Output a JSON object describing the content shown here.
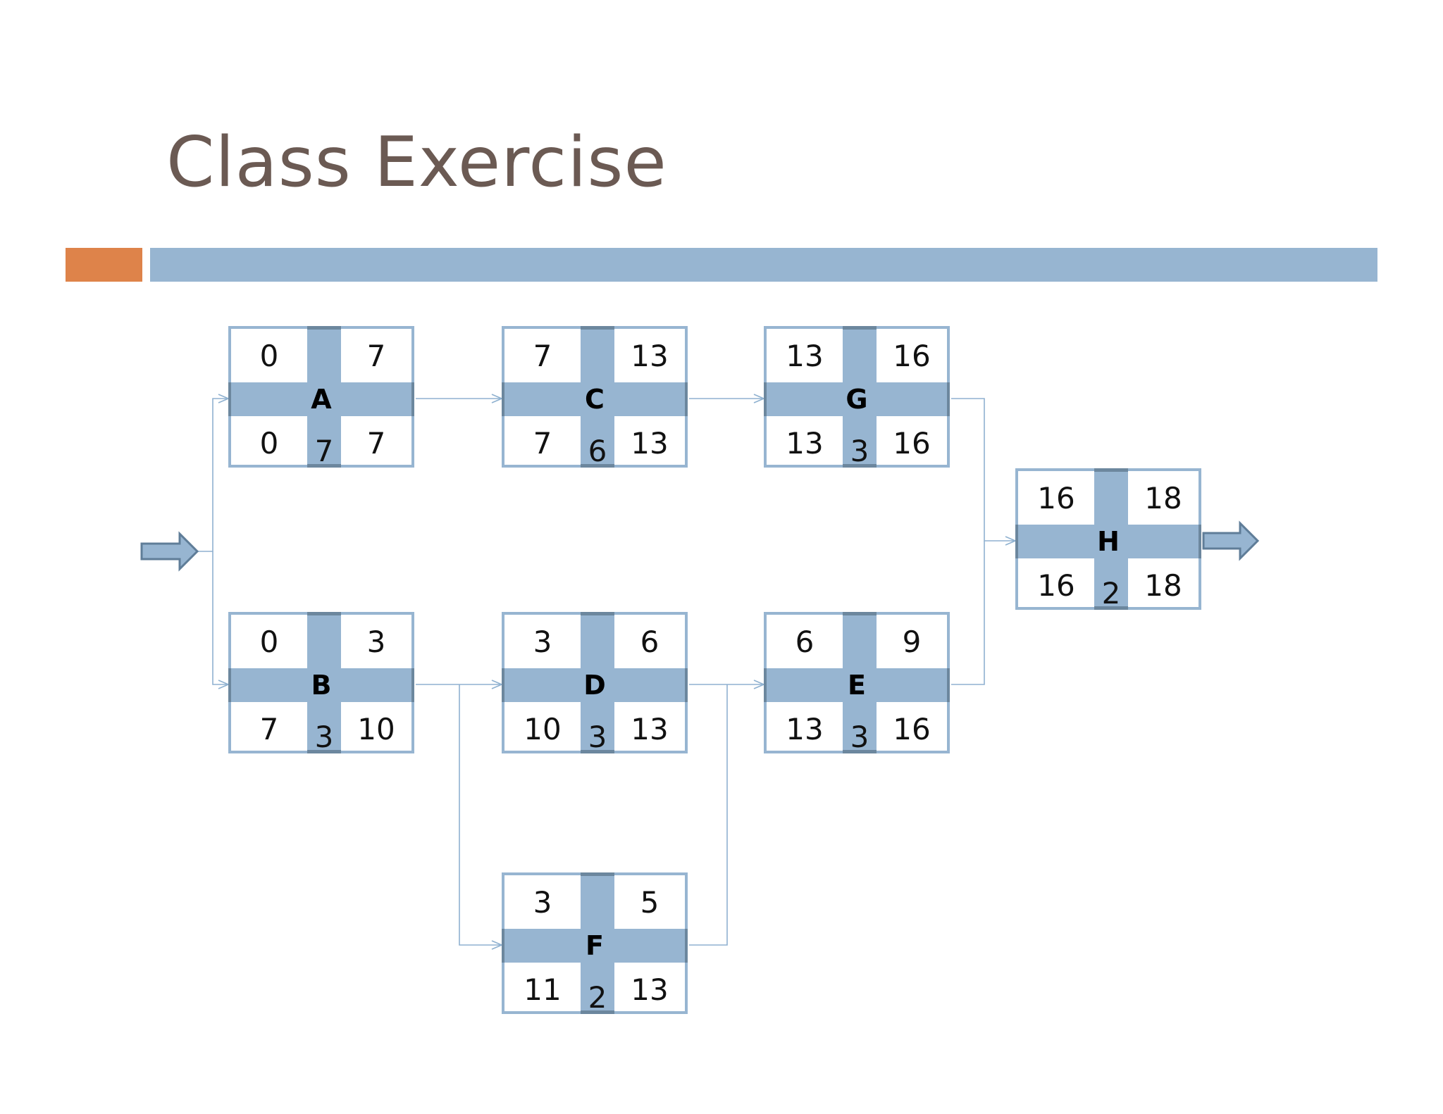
{
  "slide": {
    "title": "Class Exercise"
  },
  "colors": {
    "title": "#6b5a53",
    "accent_orange": "#de834a",
    "accent_blue": "#97b5d1",
    "node_border": "#97b5d1",
    "connector": "#8fb1d0"
  },
  "nodes": {
    "A": {
      "label": "A",
      "es": "0",
      "ef": "7",
      "ls": "0",
      "lf": "7",
      "duration": "7"
    },
    "C": {
      "label": "C",
      "es": "7",
      "ef": "13",
      "ls": "7",
      "lf": "13",
      "duration": "6"
    },
    "G": {
      "label": "G",
      "es": "13",
      "ef": "16",
      "ls": "13",
      "lf": "16",
      "duration": "3"
    },
    "H": {
      "label": "H",
      "es": "16",
      "ef": "18",
      "ls": "16",
      "lf": "18",
      "duration": "2"
    },
    "B": {
      "label": "B",
      "es": "0",
      "ef": "3",
      "ls": "7",
      "lf": "10",
      "duration": "3"
    },
    "D": {
      "label": "D",
      "es": "3",
      "ef": "6",
      "ls": "10",
      "lf": "13",
      "duration": "3"
    },
    "E": {
      "label": "E",
      "es": "6",
      "ef": "9",
      "ls": "13",
      "lf": "16",
      "duration": "3"
    },
    "F": {
      "label": "F",
      "es": "3",
      "ef": "5",
      "ls": "11",
      "lf": "13",
      "duration": "2"
    }
  },
  "edges": [
    {
      "from": "start",
      "to": "A"
    },
    {
      "from": "start",
      "to": "B"
    },
    {
      "from": "A",
      "to": "C"
    },
    {
      "from": "C",
      "to": "G"
    },
    {
      "from": "G",
      "to": "H"
    },
    {
      "from": "B",
      "to": "D"
    },
    {
      "from": "B",
      "to": "F"
    },
    {
      "from": "D",
      "to": "E"
    },
    {
      "from": "F",
      "to": "E"
    },
    {
      "from": "E",
      "to": "H"
    },
    {
      "from": "H",
      "to": "end"
    }
  ]
}
